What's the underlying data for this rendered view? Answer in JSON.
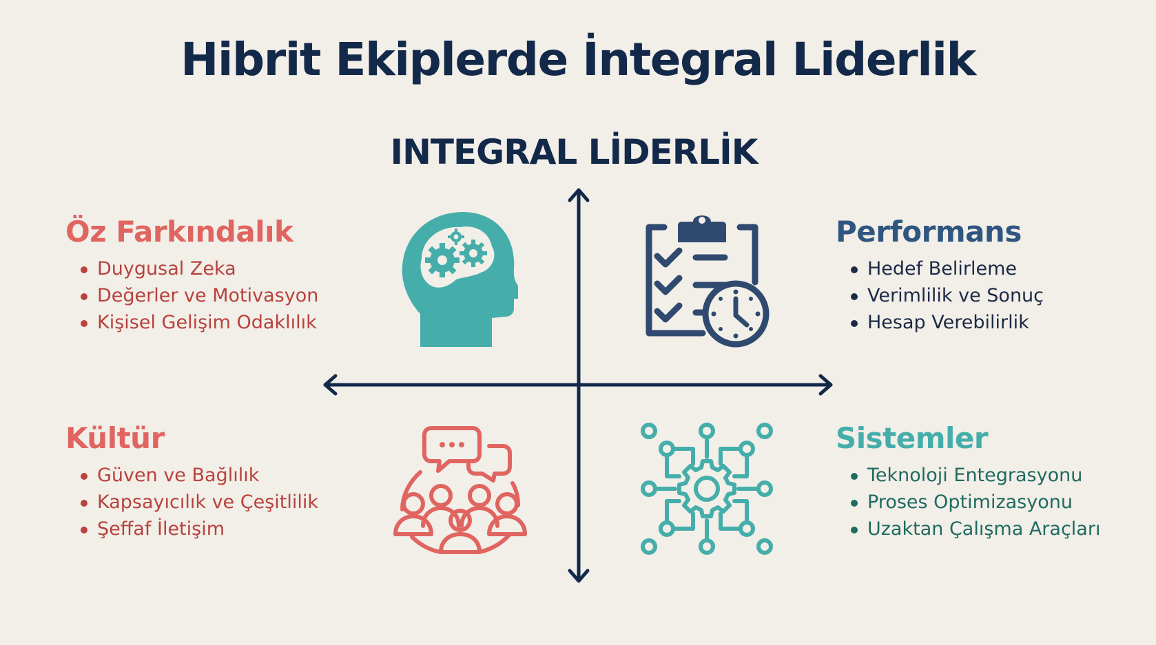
{
  "title": "Hibrit Ekiplerde İntegral Liderlik",
  "subtitle": "INTEGRAL LİDERLİK",
  "colors": {
    "background": "#f2eee8",
    "navy": "#13294a",
    "coral": "#e06560",
    "coral_text": "#b8423d",
    "slate_blue": "#2f5680",
    "teal": "#45aeaa",
    "teal_text": "#1f6b60"
  },
  "axes": {
    "horizontal": "double-arrow",
    "vertical": "double-arrow"
  },
  "quadrants": {
    "top_left": {
      "heading": "Öz Farkındalık",
      "icon": "head-gears-icon",
      "items": [
        "Duygusal Zeka",
        "Değerler ve Motivasyon",
        "Kişisel Gelişim Odaklılık"
      ]
    },
    "top_right": {
      "heading": "Performans",
      "icon": "clipboard-clock-icon",
      "items": [
        "Hedef Belirleme",
        "Verimlilik ve Sonuç",
        "Hesap Verebilirlik"
      ]
    },
    "bottom_left": {
      "heading": "Kültür",
      "icon": "team-chat-icon",
      "items": [
        "Güven ve Bağlılık",
        "Kapsayıcılık ve Çeşitlilik",
        "Şeffaf İletişim"
      ]
    },
    "bottom_right": {
      "heading": "Sistemler",
      "icon": "gear-network-icon",
      "items": [
        "Teknoloji Entegrasyonu",
        "Proses Optimizasyonu",
        "Uzaktan Çalışma Araçları"
      ]
    }
  }
}
